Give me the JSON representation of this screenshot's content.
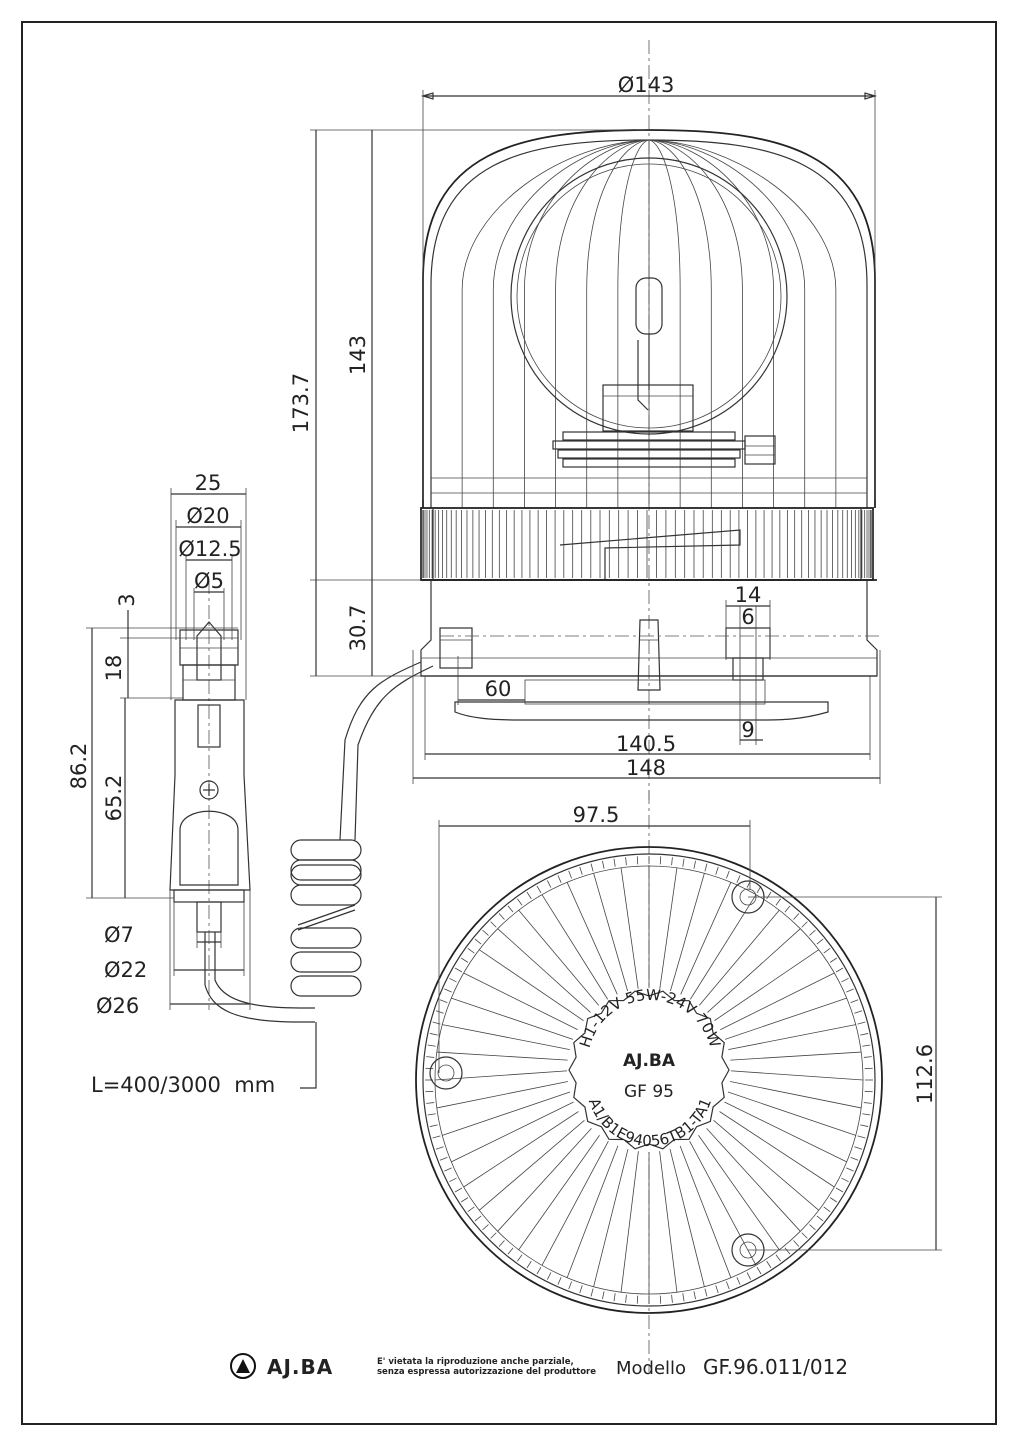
{
  "dimensions": {
    "dome_diameter": "Ø143",
    "total_height": "173.7",
    "dome_height": "143",
    "base_height": "30.7",
    "slot_14": "14",
    "slot_6": "6",
    "slot_9": "9",
    "offset_60": "60",
    "base_140": "140.5",
    "base_148": "148",
    "plug_25": "25",
    "plug_d20": "Ø20",
    "plug_d12": "Ø12.5",
    "plug_d5": "Ø5",
    "plug_3": "3",
    "plug_18": "18",
    "plug_86": "86.2",
    "plug_65": "65.2",
    "plug_d7": "Ø7",
    "plug_d22": "Ø22",
    "plug_d26": "Ø26",
    "cable_length": "L=400/3000  mm",
    "holes_975": "97.5",
    "holes_1126": "112.6"
  },
  "lens_marking": {
    "arc_top": "H1-12V 55W-24V 70W",
    "arc_bottom": "A1/B1E94056TB1-TA1",
    "brand": "AJ.BA",
    "code": "GF 95"
  },
  "footer": {
    "logo_text": "AJ.BA",
    "disclaimer_1": "E' vietata la riproduzione anche parziale,",
    "disclaimer_2": "senza espressa autorizzazione del produttore",
    "model_label": "Modello",
    "model_code": "GF.96.011/012"
  }
}
